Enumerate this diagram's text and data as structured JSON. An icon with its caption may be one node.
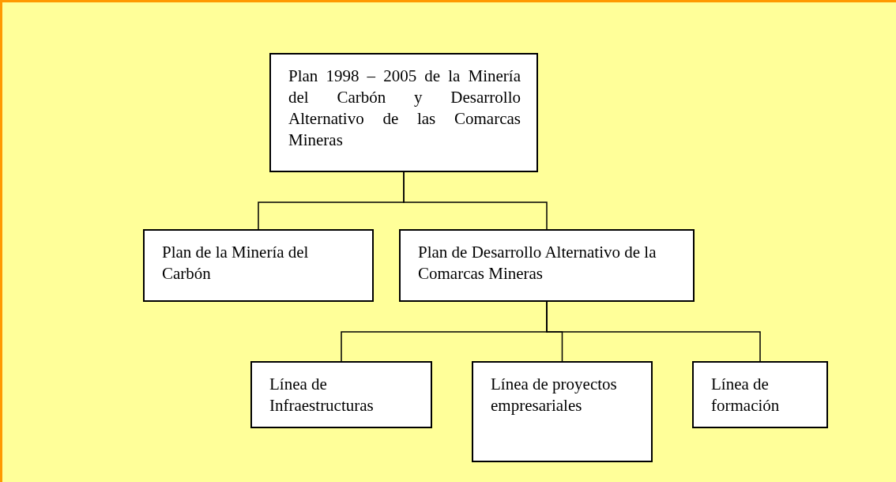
{
  "diagram": {
    "nodes": [
      {
        "text": [
          "Plan 1998 – 2005 de la Minería del Carbón y Desarrollo Alternativo de las Comarcas Mineras"
        ]
      },
      {
        "text": [
          "Plan de la Minería del Carbón"
        ]
      },
      {
        "text": [
          "Plan de Desarrollo Alternativo de la Comarcas Mineras"
        ]
      },
      {
        "text": [
          "Línea de Infraestructuras"
        ]
      },
      {
        "text": [
          "Línea de proyectos empresariales"
        ]
      },
      {
        "text": [
          "Línea de formación"
        ]
      }
    ],
    "edges": [
      {
        "from": 0,
        "to": 1,
        "arrow": "none"
      },
      {
        "from": 0,
        "to": 2,
        "arrow": "none"
      },
      {
        "from": 2,
        "to": 3,
        "arrow": "none"
      },
      {
        "from": 2,
        "to": 4,
        "arrow": "none"
      },
      {
        "from": 2,
        "to": 5,
        "arrow": "none"
      }
    ]
  }
}
